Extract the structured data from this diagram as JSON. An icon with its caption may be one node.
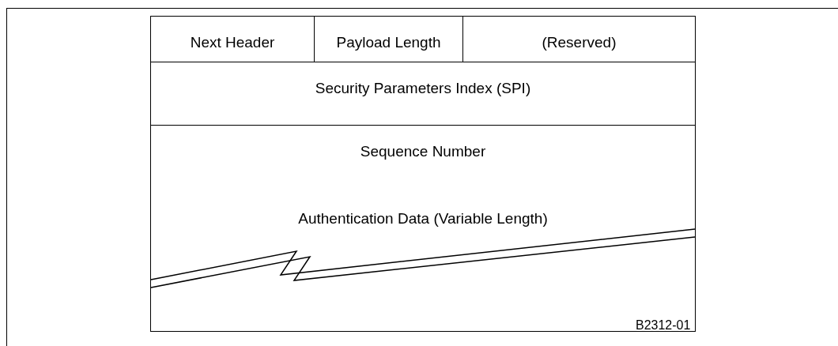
{
  "diagram": {
    "nodes": [
      {
        "text": [
          "Next Header"
        ]
      },
      {
        "text": [
          "Payload Length"
        ]
      },
      {
        "text": [
          "(Reserved)"
        ]
      },
      {
        "text": [
          "Security Parameters Index (SPI)"
        ]
      },
      {
        "text": [
          "Sequence Number"
        ]
      },
      {
        "text": [
          "Authentication Data (Variable Length)"
        ]
      }
    ],
    "labels": [
      "B2312-01"
    ]
  }
}
